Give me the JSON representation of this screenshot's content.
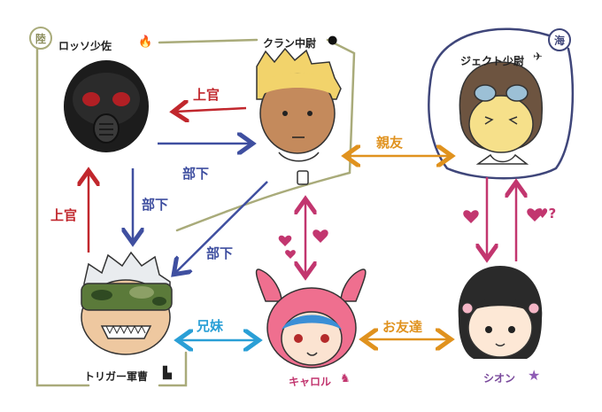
{
  "colors": {
    "army": "#a9ab7a",
    "navy": "#3f467a",
    "superior": "#c1272d",
    "subordinate": "#3f4fa0",
    "friend": "#e0921e",
    "sibling": "#2a9fd6",
    "love": "#c2366f"
  },
  "groups": {
    "army_badge": "陸",
    "navy_badge": "海"
  },
  "characters": {
    "rossi": {
      "name": "ロッソ少佐",
      "icon": "fire-icon"
    },
    "clan": {
      "name": "クラン中尉",
      "icon": "bomb-icon"
    },
    "jacto": {
      "name": "ジェクト少尉",
      "icon": "plane-icon"
    },
    "trigger": {
      "name": "トリガー軍曹",
      "icon": "gun-icon"
    },
    "carol": {
      "name": "キャロル",
      "icon": "bunny-icon"
    },
    "shion": {
      "name": "シオン",
      "icon": "star-icon"
    }
  },
  "relations": {
    "clan_to_rossi": "上官",
    "rossi_to_clan": "部下",
    "rossi_to_trigger": "部下",
    "trigger_to_rossi": "上官",
    "clan_to_trigger": "部下",
    "clan_jacto": "親友",
    "trigger_carol": "兄妹",
    "carol_shion": "お友達",
    "shion_to_jacto": "♥?"
  }
}
